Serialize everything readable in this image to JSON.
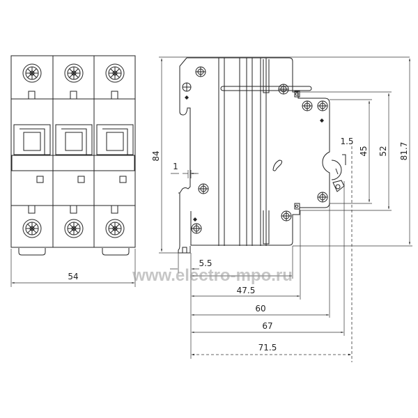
{
  "drawing": {
    "watermark": "www.electro-mpo.ru",
    "front_view": {
      "width_label": "54"
    },
    "side_view": {
      "height_label": "84",
      "rail_gap_label": "1",
      "small_label": "1.5",
      "vertical_dims": [
        "45",
        "52",
        "81.7"
      ],
      "horizontal_dims": [
        "5.5",
        "47.5",
        "60",
        "67",
        "71.5"
      ]
    }
  }
}
